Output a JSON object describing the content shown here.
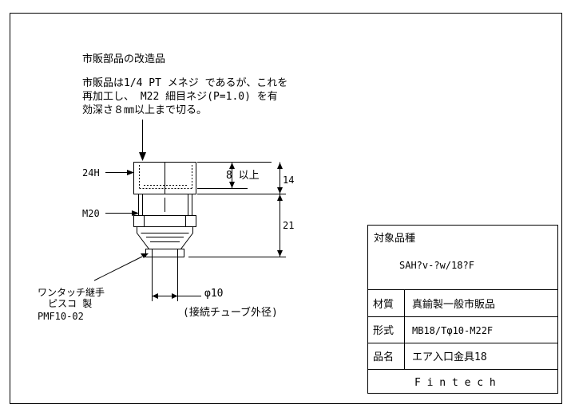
{
  "note": {
    "title": "市販部品の改造品",
    "lines": [
      "市販品は1/4 PT メネジ であるが、これを",
      "再加工し、 M22 細目ネジ(P=1.0) を有",
      "効深さ８㎜以上まで切る。"
    ]
  },
  "labels": {
    "hex": "24H",
    "thread": "M20",
    "depth": "8 以上",
    "dim_upper": "14",
    "dim_lower": "21",
    "tube_dia": "φ10",
    "tube_note": "(接続チューブ外径)",
    "fitting_1": "ワンタッチ継手",
    "fitting_2": "ピスコ 製",
    "fitting_3": "PMF10-02"
  },
  "title_block": {
    "target_label": "対象品種",
    "target_value": "SAH?v-?w/18?F",
    "rows": [
      {
        "label": "材質",
        "value": "真鍮製一般市販品"
      },
      {
        "label": "形式",
        "value": "MB18/Tφ10-M22F"
      },
      {
        "label": "品名",
        "value": "エア入口金具18"
      }
    ],
    "company": "F i n t e c h"
  }
}
